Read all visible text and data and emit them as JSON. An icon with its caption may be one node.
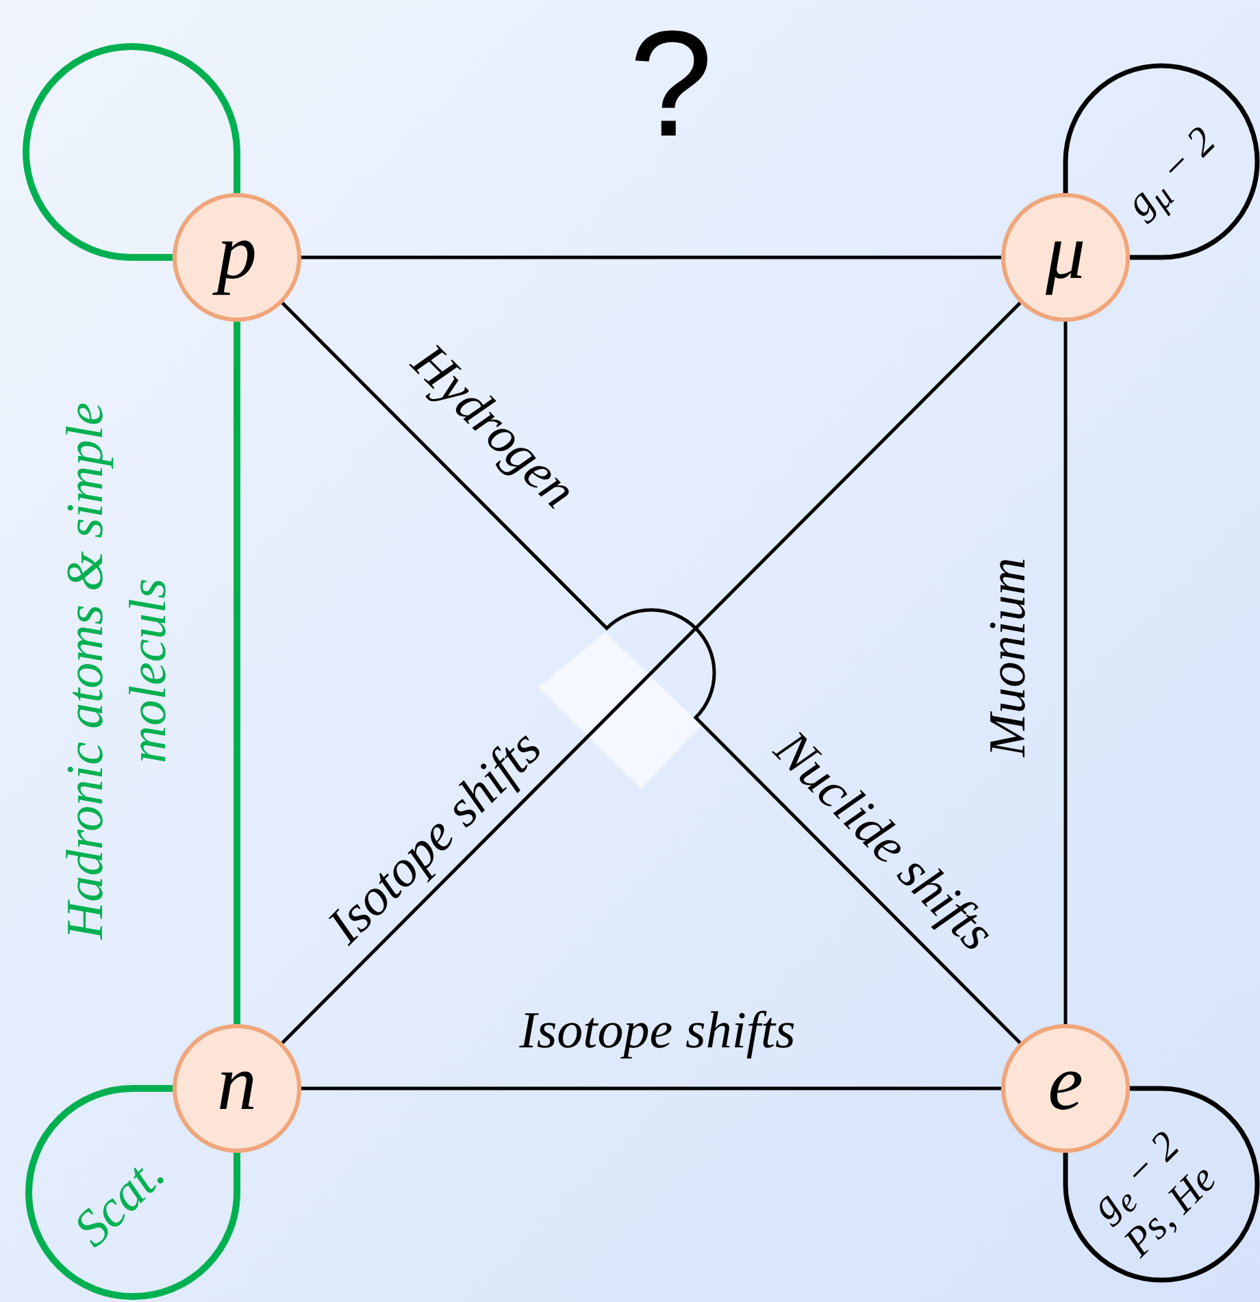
{
  "diagram": {
    "title": "?",
    "nodes": [
      {
        "text": [
          "p"
        ]
      },
      {
        "text": [
          "μ"
        ]
      },
      {
        "text": [
          "n"
        ]
      },
      {
        "text": [
          "e"
        ]
      }
    ],
    "edges": [
      {
        "from": 0,
        "to": 1,
        "arrow": "none"
      },
      {
        "from": 0,
        "to": 3,
        "arrow": "none",
        "label": "Hydrogen"
      },
      {
        "from": 1,
        "to": 2,
        "arrow": "none",
        "label": "Isotope shifts"
      },
      {
        "from": 1,
        "to": 3,
        "arrow": "none",
        "label": "Muonium"
      },
      {
        "from": 2,
        "to": 3,
        "arrow": "none",
        "label": "Isotope shifts"
      },
      {
        "from": 0,
        "to": 2,
        "arrow": "none",
        "label": "Hadronic atoms & simple moleculs",
        "style": "thick",
        "color": "#00b050"
      },
      {
        "from": 0,
        "to": 0,
        "arrow": "none",
        "style": "thick",
        "color": "#00b050"
      },
      {
        "from": 1,
        "to": 1,
        "arrow": "none",
        "label": "g$_{μ}$ − 2"
      },
      {
        "from": 2,
        "to": 2,
        "arrow": "none",
        "label": "Scat.",
        "style": "thick",
        "color": "#00b050"
      },
      {
        "from": 3,
        "to": 3,
        "arrow": "none",
        "label": "g$_{e}$ − 2 Ps, He"
      }
    ],
    "labels": [
      "Nuclide shifts"
    ]
  }
}
